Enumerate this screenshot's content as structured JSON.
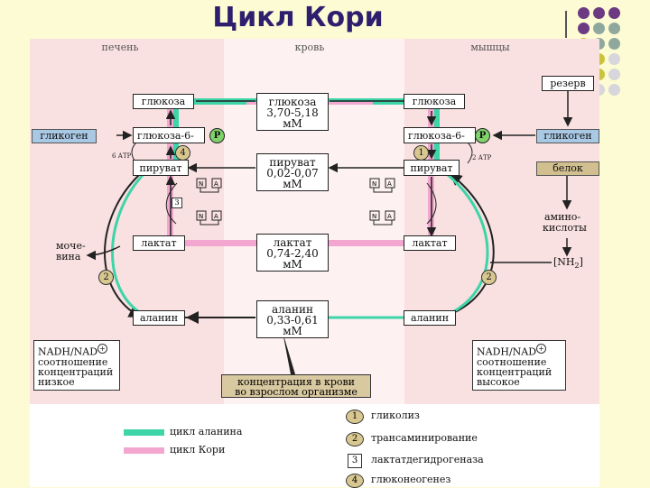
{
  "title": "Цикл Кори",
  "colors": {
    "alanine_cycle": "#3dd4a8",
    "cori_cycle": "#f3a6cf",
    "liver_bg": "#f9e0e1",
    "muscle_bg": "#f9e0e1",
    "blood_bg": "#fdf1f1",
    "glycogen_tag": "#a9c8e4",
    "protein_tag": "#d2bf90",
    "phosphate": "#7fd36a",
    "dot_purple": "#6b3a82",
    "dot_gray": "#8fa89e",
    "dot_olive": "#c9c43b",
    "dot_light": "#d6d6dc"
  },
  "columns": {
    "liver": "печень",
    "blood": "кровь",
    "muscle": "мышцы"
  },
  "liver": {
    "glucose": "глюкоза",
    "g6p": "глюкоза-6-",
    "pyruvate": "пируват",
    "lactate": "лактат",
    "alanine": "аланин",
    "glycogen": "гликоген",
    "atp": "6 АТР",
    "urea_1": "моче-",
    "urea_2": "вина",
    "nadh_1": "NADH/NAD",
    "nadh_2": "соотношение",
    "nadh_3": "концентраций",
    "nadh_4": "низкое"
  },
  "blood": {
    "glucose_1": "глюкоза",
    "glucose_2": "3,70-5,18",
    "glucose_3": "мМ",
    "pyruvate_1": "пируват",
    "pyruvate_2": "0,02-0,07",
    "pyruvate_3": "мМ",
    "lactate_1": "лактат",
    "lactate_2": "0,74-2,40",
    "lactate_3": "мМ",
    "alanine_1": "аланин",
    "alanine_2": "0,33-0,61",
    "alanine_3": "мМ",
    "conc_1": "концентрация в крови",
    "conc_2": "во взрослом организме"
  },
  "muscle": {
    "glucose": "глюкоза",
    "g6p": "глюкоза-6-",
    "pyruvate": "пируват",
    "lactate": "лактат",
    "alanine": "аланин",
    "glycogen": "гликоген",
    "atp": "2 АТР",
    "reserve": "резерв",
    "protein": "белок",
    "amino_1": "амино-",
    "amino_2": "кислоты",
    "nh2": "[NH",
    "nh2_sub": "2",
    "nh2_end": "]",
    "nadh_1": "NADH/NAD",
    "nadh_2": "соотношение",
    "nadh_3": "концентраций",
    "nadh_4": "высокое"
  },
  "markers": {
    "p": "P",
    "n1": "1",
    "n2": "2",
    "n3": "3",
    "n4": "4",
    "plus": "+",
    "enz_n": "N",
    "enz_a": "A"
  },
  "legend": {
    "alanine_cycle": "цикл аланина",
    "cori_cycle": "цикл Кори",
    "items": [
      {
        "num": "1",
        "label": "гликолиз"
      },
      {
        "num": "2",
        "label": "трансаминирование"
      },
      {
        "num": "3",
        "label": "лактатдегидрогеназа"
      },
      {
        "num": "4",
        "label": "глюконеогенез"
      }
    ]
  }
}
